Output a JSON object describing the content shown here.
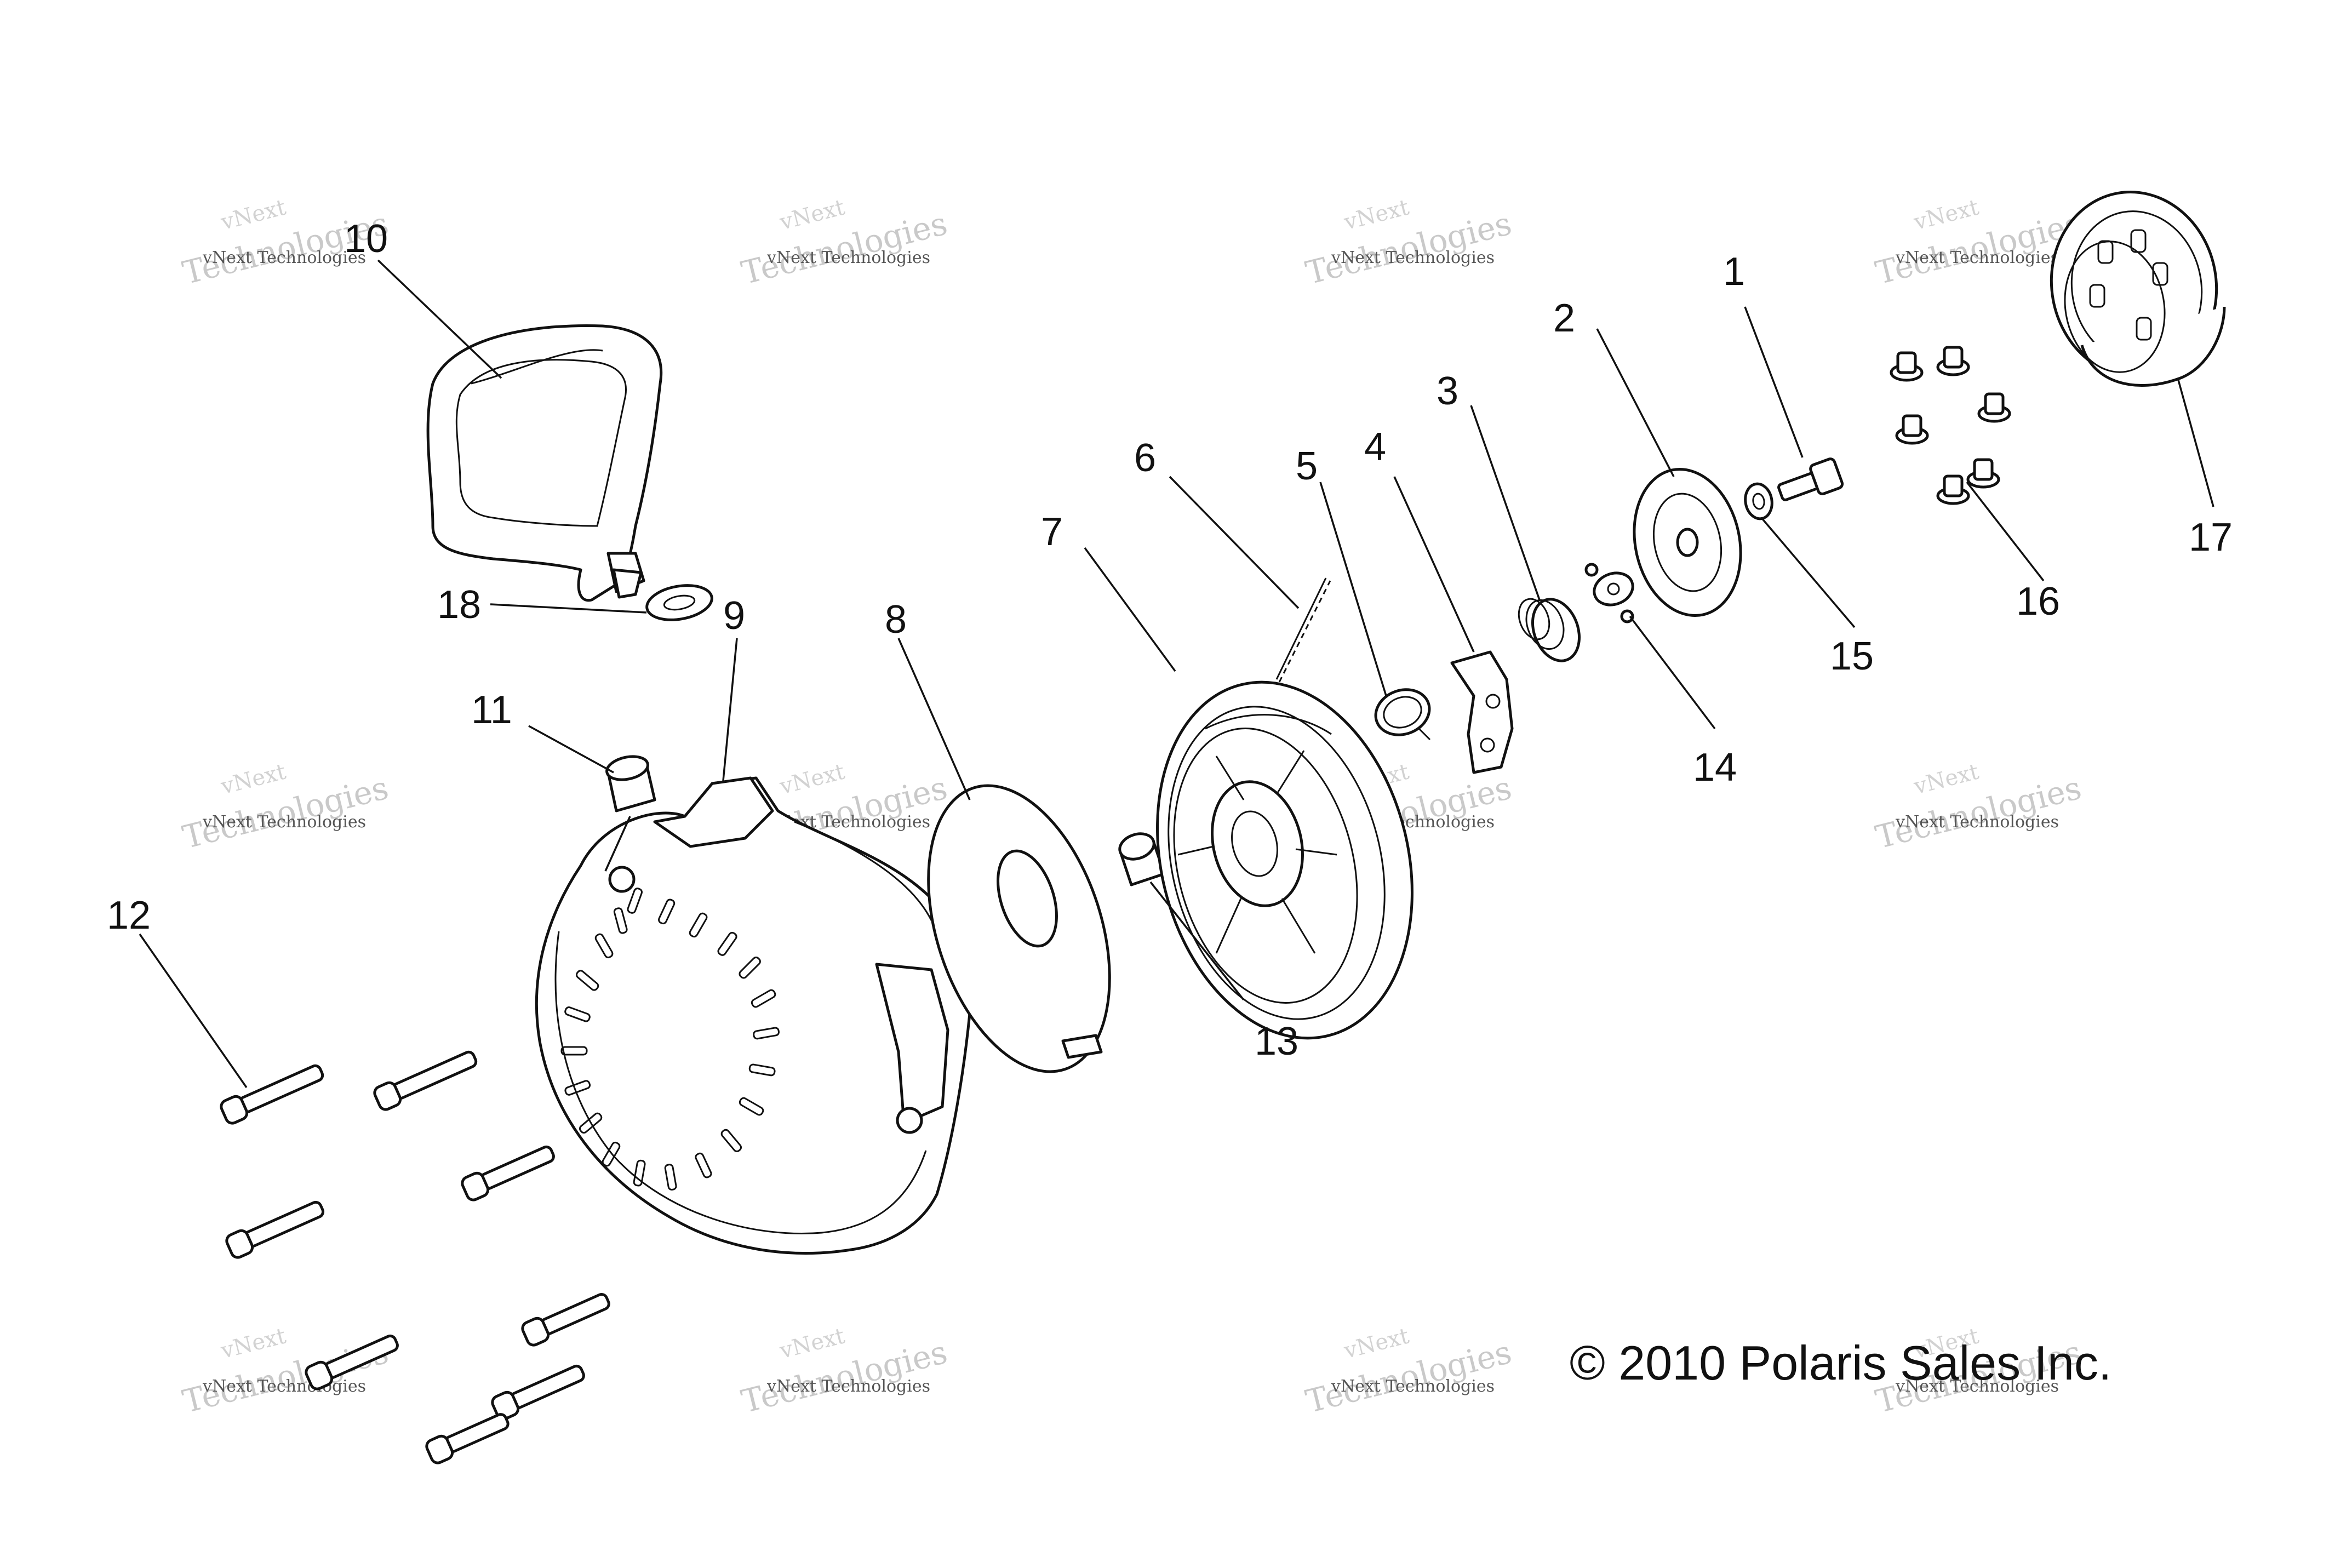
{
  "callouts": [
    {
      "id": "1",
      "label": "1"
    },
    {
      "id": "2",
      "label": "2"
    },
    {
      "id": "3",
      "label": "3"
    },
    {
      "id": "4",
      "label": "4"
    },
    {
      "id": "5",
      "label": "5"
    },
    {
      "id": "6",
      "label": "6"
    },
    {
      "id": "7",
      "label": "7"
    },
    {
      "id": "8",
      "label": "8"
    },
    {
      "id": "9",
      "label": "9"
    },
    {
      "id": "10",
      "label": "10"
    },
    {
      "id": "11",
      "label": "11"
    },
    {
      "id": "12",
      "label": "12"
    },
    {
      "id": "13",
      "label": "13"
    },
    {
      "id": "14",
      "label": "14"
    },
    {
      "id": "15",
      "label": "15"
    },
    {
      "id": "16",
      "label": "16"
    },
    {
      "id": "17",
      "label": "17"
    },
    {
      "id": "18",
      "label": "18"
    }
  ],
  "watermark": {
    "line1": "vNext Technologies",
    "line2": "Technologies",
    "ghost": "vNext"
  },
  "copyright": "© 2010 Polaris Sales Inc."
}
